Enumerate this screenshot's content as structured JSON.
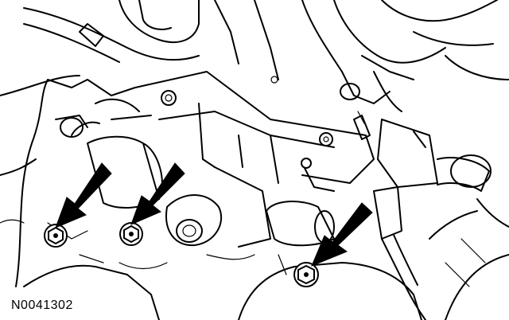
{
  "figure": {
    "code": "N0041302"
  },
  "callouts": [
    {
      "id": "bolt-left",
      "icon": "arrow-icon"
    },
    {
      "id": "bolt-center",
      "icon": "arrow-icon"
    },
    {
      "id": "bolt-right",
      "icon": "arrow-icon"
    }
  ],
  "colors": {
    "ink": "#000000",
    "paper": "#ffffff"
  }
}
